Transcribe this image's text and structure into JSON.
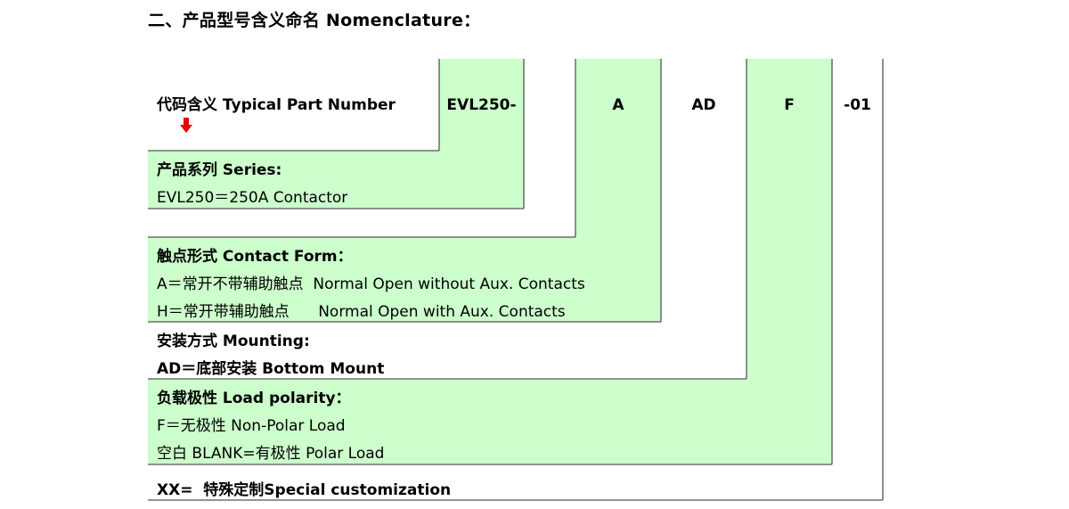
{
  "title": "二、产品型号含义命名  Nomenclature：",
  "header": {
    "label": "代码含义 Typical Part Number",
    "arrow_icon": "red-down-arrow-icon",
    "codes": [
      "EVL250-",
      "A",
      "AD",
      "F",
      "-01"
    ]
  },
  "colors": {
    "green": "#ccffcc",
    "arrow": "#e60000"
  },
  "sections": {
    "series": {
      "title": "产品系列 Series:",
      "lines": [
        "EVL250＝250A Contactor"
      ]
    },
    "contact_form": {
      "title": "触点形式 Contact Form：",
      "lines": [
        "A＝常开不带辅助触点  Normal Open without Aux. Contacts",
        "H＝常开带辅助触点      Normal Open with Aux. Contacts"
      ]
    },
    "mounting": {
      "title": "安装方式 Mounting:",
      "lines": [
        "AD＝底部安装 Bottom Mount"
      ]
    },
    "load_polarity": {
      "title": "负载极性 Load polarity：",
      "lines": [
        "F＝无极性 Non-Polar Load",
        "空白 BLANK=有极性 Polar Load"
      ]
    },
    "special": {
      "title": "XX=  特殊定制Special customization"
    }
  }
}
